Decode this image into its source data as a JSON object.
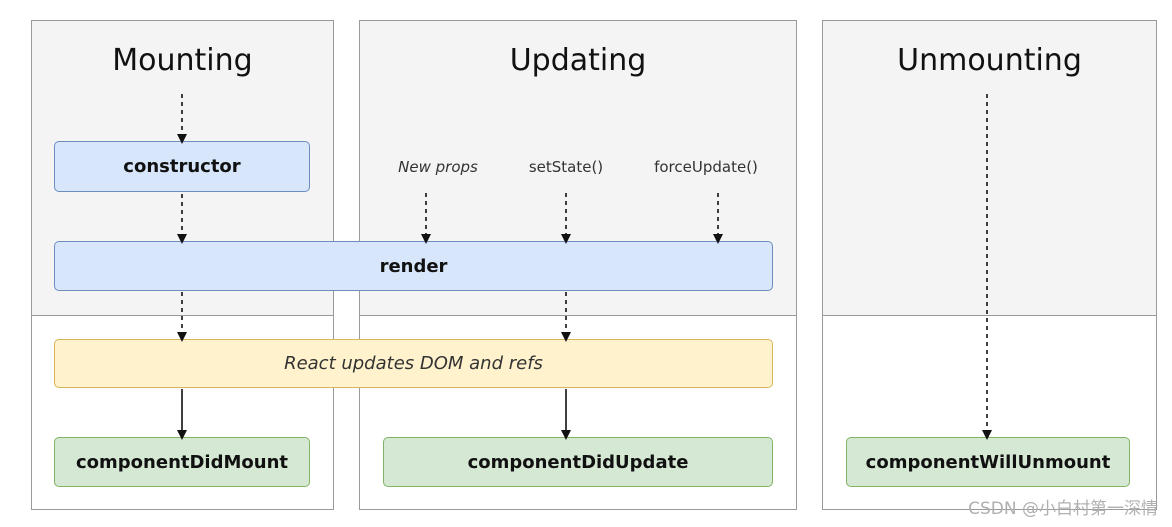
{
  "columns": {
    "mounting": "Mounting",
    "updating": "Updating",
    "unmounting": "Unmounting"
  },
  "triggers": {
    "new_props": "New props",
    "set_state": "setState()",
    "force_update": "forceUpdate()"
  },
  "methods": {
    "constructor": "constructor",
    "render": "render",
    "dom_update": "React updates DOM and refs",
    "did_mount": "componentDidMount",
    "did_update": "componentDidUpdate",
    "will_unmount": "componentWillUnmount"
  },
  "watermark": "CSDN @小白村第一深情",
  "colors": {
    "phase_shade": "#f4f4f4",
    "render_box": "#d8e6fb",
    "dom_box": "#fff2cc",
    "commit_box": "#d5e8d4"
  }
}
